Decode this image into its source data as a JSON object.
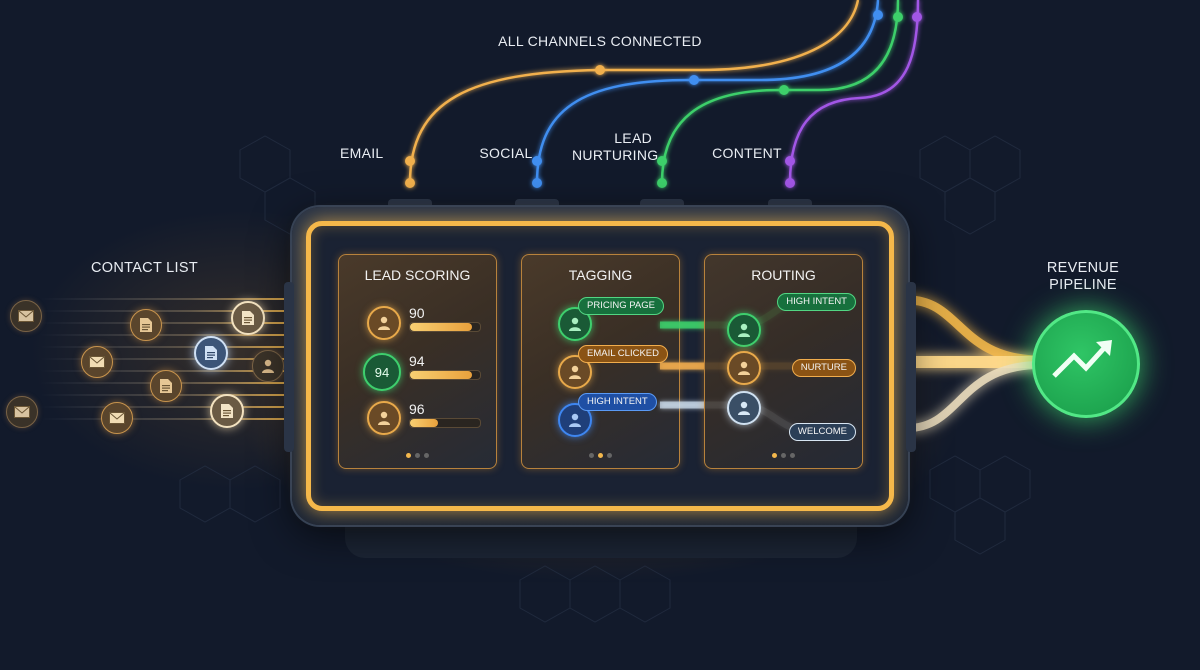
{
  "header": {
    "title": "ALL CHANNELS CONNECTED"
  },
  "channels": [
    {
      "label": "EMAIL",
      "color": "#f1b04e"
    },
    {
      "label": "SOCIAL",
      "color": "#3f8ef0"
    },
    {
      "label": "LEAD NURTURING",
      "color": "#3ccf6a"
    },
    {
      "label": "CONTENT",
      "color": "#a257e6"
    }
  ],
  "left": {
    "title": "CONTACT LIST",
    "items": [
      "email-icon",
      "document-icon",
      "document-icon",
      "email-icon",
      "document-icon",
      "document-icon",
      "email-icon",
      "email-icon",
      "document-icon",
      "user-icon"
    ]
  },
  "panels": {
    "lead_scoring": {
      "title": "LEAD SCORING",
      "rows": [
        {
          "score": "90",
          "fill": 88,
          "avatar": "user",
          "style": "orange"
        },
        {
          "score": "94",
          "fill": 88,
          "avatar": "94",
          "style": "green"
        },
        {
          "score": "96",
          "fill": 40,
          "avatar": "user",
          "style": "orange"
        }
      ],
      "active_dot": 0
    },
    "tagging": {
      "title": "TAGGING",
      "tags": [
        {
          "label": "PRICING PAGE",
          "style": "green"
        },
        {
          "label": "EMAIL CLICKED",
          "style": "orange"
        },
        {
          "label": "HIGH INTENT",
          "style": "blue"
        }
      ],
      "active_dot": 1
    },
    "routing": {
      "title": "ROUTING",
      "routes": [
        {
          "label": "HIGH INTENT",
          "style": "green"
        },
        {
          "label": "NURTURE",
          "style": "orange"
        },
        {
          "label": "WELCOME",
          "style": "silver"
        }
      ],
      "active_dot": 0
    }
  },
  "output": {
    "title_line1": "REVENUE",
    "title_line2": "PIPELINE",
    "icon": "trending-up-icon",
    "color": "#2fc565"
  },
  "colors": {
    "background": "#121a2b",
    "accent": "#f5b84a"
  }
}
